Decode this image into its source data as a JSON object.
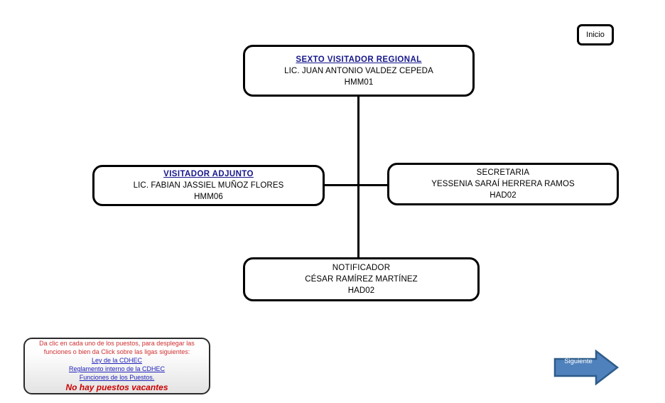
{
  "page": {
    "title": "Organigrama Sexto Visitador Regional"
  },
  "nav": {
    "inicio_label": "Inicio",
    "siguiente_label": "Siguiente"
  },
  "colors": {
    "link_blue": "#16168c",
    "legend_red": "#d03030",
    "vacantes_red": "#cc0000",
    "legend_link_blue": "#2222bb",
    "arrow_fill": "#4f81bd",
    "arrow_stroke": "#2e5c8a",
    "box_border": "#000000"
  },
  "chart_nodes": {
    "sexto_visitador": {
      "title": "SEXTO VISITADOR REGIONAL",
      "name": "LIC. JUAN ANTONIO VALDEZ CEPEDA",
      "code": "HMM01",
      "title_style": "link"
    },
    "visitador_adjunto": {
      "title": "VISITADOR  ADJUNTO",
      "name": "LIC. FABIAN JASSIEL MUÑOZ FLORES",
      "code": "HMM06",
      "title_style": "link"
    },
    "secretaria": {
      "title": "SECRETARIA",
      "name": "YESSENIA SARAÍ HERRERA RAMOS",
      "code": "HAD02",
      "title_style": "plain"
    },
    "notificador": {
      "title": "NOTIFICADOR",
      "name": "CÉSAR RAMÍREZ MARTÍNEZ",
      "code": "HAD02",
      "title_style": "plain"
    }
  },
  "legend": {
    "line1": "Da clic en cada uno de los puestos, para desplegar las",
    "line2": "funciones o bien da Click sobre las ligas siguientes:",
    "link1": "Ley de la CDHEC",
    "link2": "Reglamento interno de la CDHEC",
    "link3": "Funciones  de los  Puestos.",
    "vacantes": "No hay puestos vacantes"
  }
}
